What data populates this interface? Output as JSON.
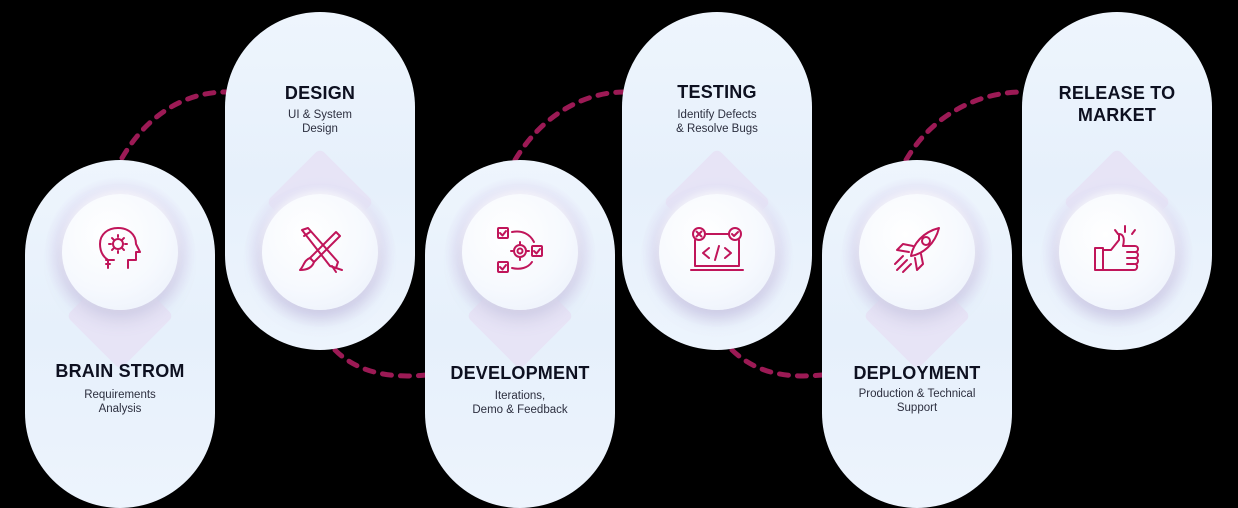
{
  "steps": [
    {
      "title": "BRAIN STROM",
      "sub": [
        "Requirements",
        "Analysis"
      ],
      "icon": "brain-gear-icon"
    },
    {
      "title": "DESIGN",
      "sub": [
        "UI & System",
        "Design"
      ],
      "icon": "pencil-brush-icon"
    },
    {
      "title": "DEVELOPMENT",
      "sub": [
        "Iterations,",
        "Demo & Feedback"
      ],
      "icon": "workflow-gear-icon"
    },
    {
      "title": "TESTING",
      "sub": [
        "Identify Defects",
        "& Resolve Bugs"
      ],
      "icon": "code-window-icon"
    },
    {
      "title": "DEPLOYMENT",
      "sub": [
        "Production & Technical",
        "Support"
      ],
      "icon": "rocket-icon"
    },
    {
      "title_lines": [
        "RELEASE TO",
        "MARKET"
      ],
      "icon": "thumbs-up-icon"
    }
  ],
  "colors": {
    "background": "#000000",
    "pill": "#eaf2fc",
    "icon": "#c0155a",
    "connector": "#9c1a55",
    "title": "#0d1020"
  }
}
